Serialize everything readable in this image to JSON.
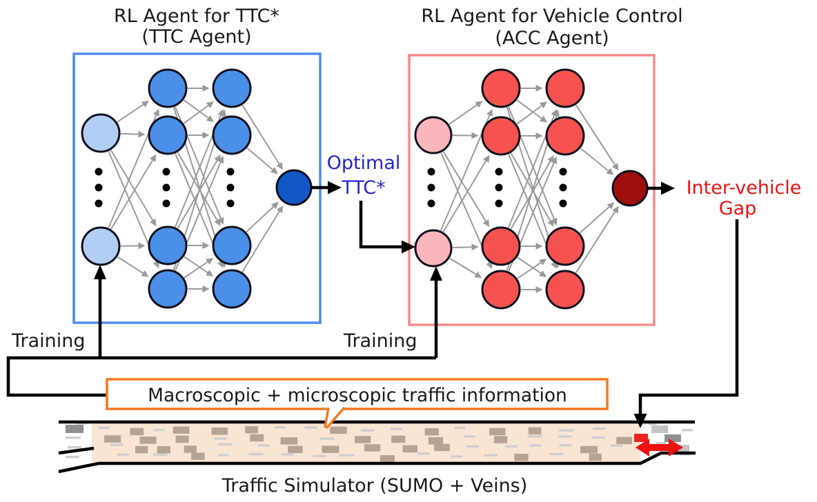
{
  "diagram": {
    "ttc_agent": {
      "title_line1": "RL Agent for TTC*",
      "title_line2": "(TTC Agent)"
    },
    "acc_agent": {
      "title_line1": "RL Agent for Vehicle Control",
      "title_line2": "(ACC Agent)"
    },
    "labels": {
      "training_left": "Training",
      "training_right": "Training",
      "optimal_ttc_line1": "Optimal",
      "optimal_ttc_line2": "TTC*",
      "inter_vehicle_gap_line1": "Inter-vehicle",
      "inter_vehicle_gap_line2": "Gap",
      "traffic_info": "Macroscopic + microscopic traffic information",
      "simulator_caption": "Traffic Simulator (SUMO + Veins)"
    },
    "colors": {
      "ttc": {
        "box_border": "#4d8af0",
        "input_node": "#b3cef5",
        "hidden_node": "#4a90e8",
        "output_node": "#1256c7",
        "label_text": "#2626cc"
      },
      "acc": {
        "box_border": "#f68b8b",
        "input_node": "#f9b6bb",
        "hidden_node": "#f65250",
        "output_node": "#9e0e0e",
        "label_text": "#ee1212"
      },
      "node_stroke": "#10101e",
      "link_gray": "#9a9a9a",
      "black_line": "#000000",
      "text_black": "#1a1a1a",
      "info_box_border": "#f4791f",
      "road": {
        "surface": "#fae5d3",
        "edge": "#000000",
        "car_tan": "#b5a494",
        "car_dash": "#cfcfcf",
        "car_gray": "#8f8f8f",
        "car_light_gray": "#c4c4c4",
        "ego_car": "#ee2222",
        "gap_arrow": "#ee1111"
      }
    }
  }
}
